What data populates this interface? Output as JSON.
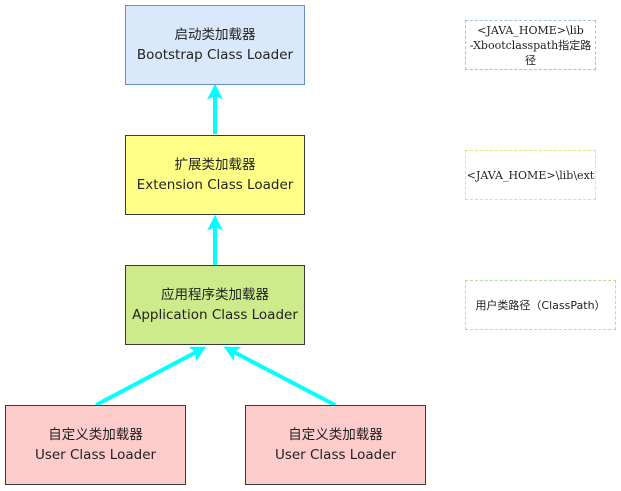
{
  "colors": {
    "arrow": "#00ffff",
    "bootstrap_fill": "#dae8fc",
    "bootstrap_border": "#6c8ebf",
    "extension_fill": "#ffff88",
    "extension_border": "#36393d",
    "application_fill": "#cdeb8b",
    "application_border": "#36393d",
    "user_fill": "#ffcccc",
    "user_border": "#36393d",
    "note_blue": "#9cc3e0",
    "note_yellow": "#e6e07a",
    "note_green": "#b8dba0"
  },
  "nodes": {
    "bootstrap": {
      "title": "启动类加载器",
      "subtitle": "Bootstrap Class Loader"
    },
    "extension": {
      "title": "扩展类加载器",
      "subtitle": "Extension Class Loader"
    },
    "application": {
      "title": "应用程序类加载器",
      "subtitle": "Application Class Loader"
    },
    "user1": {
      "title": "自定义类加载器",
      "subtitle": "User Class Loader"
    },
    "user2": {
      "title": "自定义类加载器",
      "subtitle": "User Class Loader"
    }
  },
  "notes": {
    "bootstrap_path_line1": "<JAVA_HOME>\\lib",
    "bootstrap_path_line2": "-Xbootclasspath指定路径",
    "extension_path": "<JAVA_HOME>\\lib\\ext",
    "application_path": "用户类路径（ClassPath）"
  }
}
